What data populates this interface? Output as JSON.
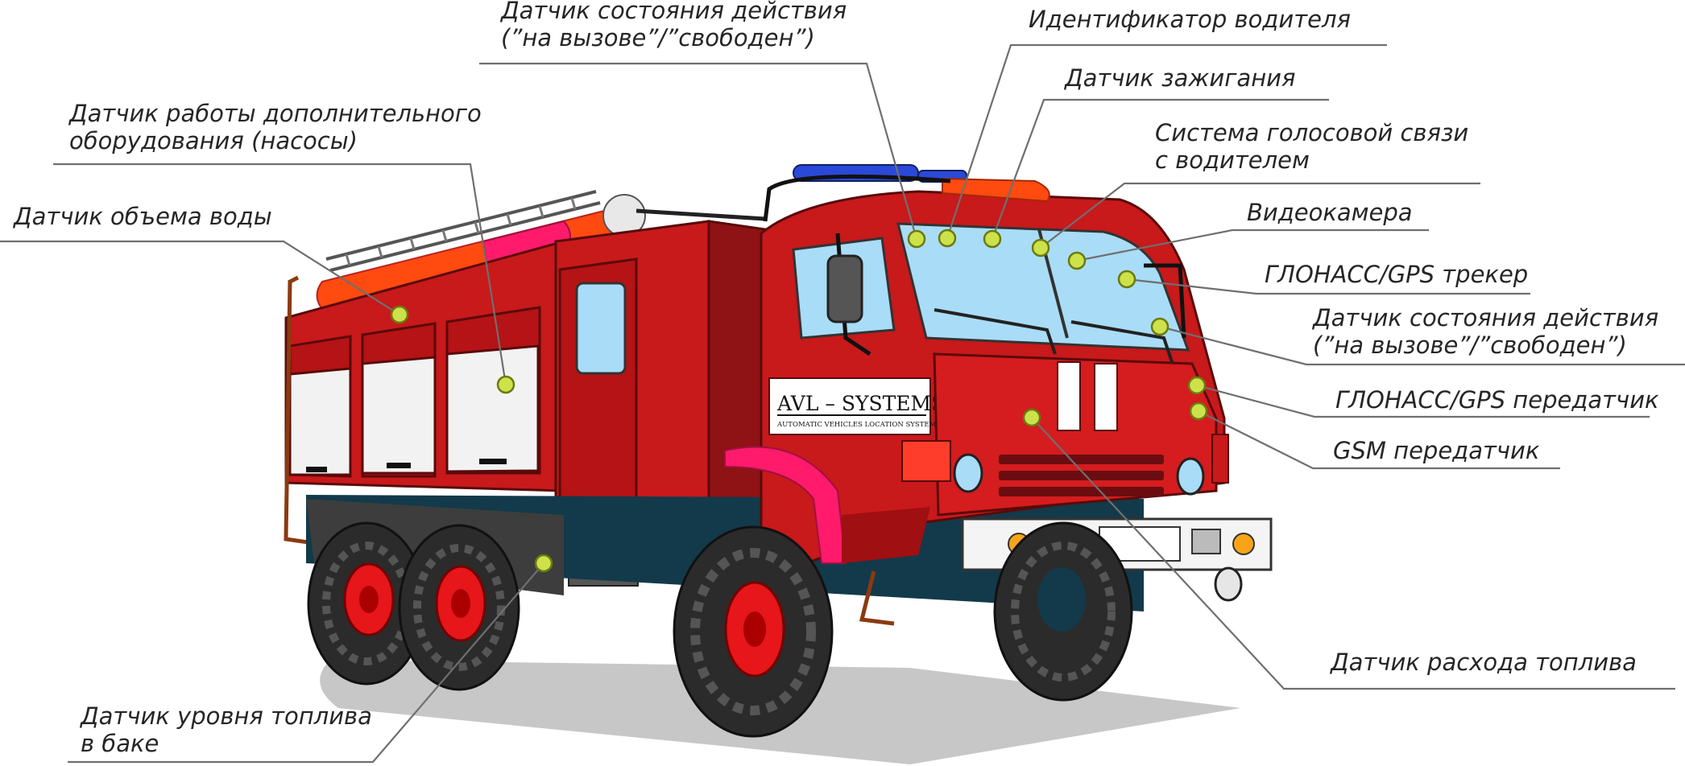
{
  "colors": {
    "body_red": "#c8191b",
    "dark_red": "#8f1214",
    "orange": "#ff4a10",
    "pink": "#ff1a6b",
    "glass": "#a9dcf6",
    "sensor": "#cde24a",
    "leader": "#6f6f6f",
    "tire": "#2b2b2b",
    "rim": "#e6161a"
  },
  "truck": {
    "logo_title": "AVL – SYSTEMS",
    "logo_subtitle": "AUTOMATIC VEHICLES LOCATION SYSTEMS"
  },
  "labels": {
    "status_sensor_top": [
      "Датчик состояния действия",
      "(”на вызове”/”свободен”)"
    ],
    "driver_id": [
      "Идентификатор водителя"
    ],
    "ignition": [
      "Датчик зажигания"
    ],
    "voice": [
      "Система голосовой связи",
      "с водителем"
    ],
    "camera": [
      "Видеокамера"
    ],
    "gps_tracker": [
      "ГЛОНАСС/GPS трекер"
    ],
    "status_sensor_right": [
      "Датчик состояния действия",
      "(”на вызове”/”свободен”)"
    ],
    "gps_transmitter": [
      "ГЛОНАСС/GPS передатчик"
    ],
    "gsm": [
      "GSM передатчик"
    ],
    "fuel_consumption": [
      "Датчик расхода топлива"
    ],
    "pumps": [
      "Датчик работы дополнительного",
      "оборудования (насосы)"
    ],
    "water": [
      "Датчик объема воды"
    ],
    "fuel_level": [
      "Датчик уровня топлива",
      "в баке"
    ]
  }
}
